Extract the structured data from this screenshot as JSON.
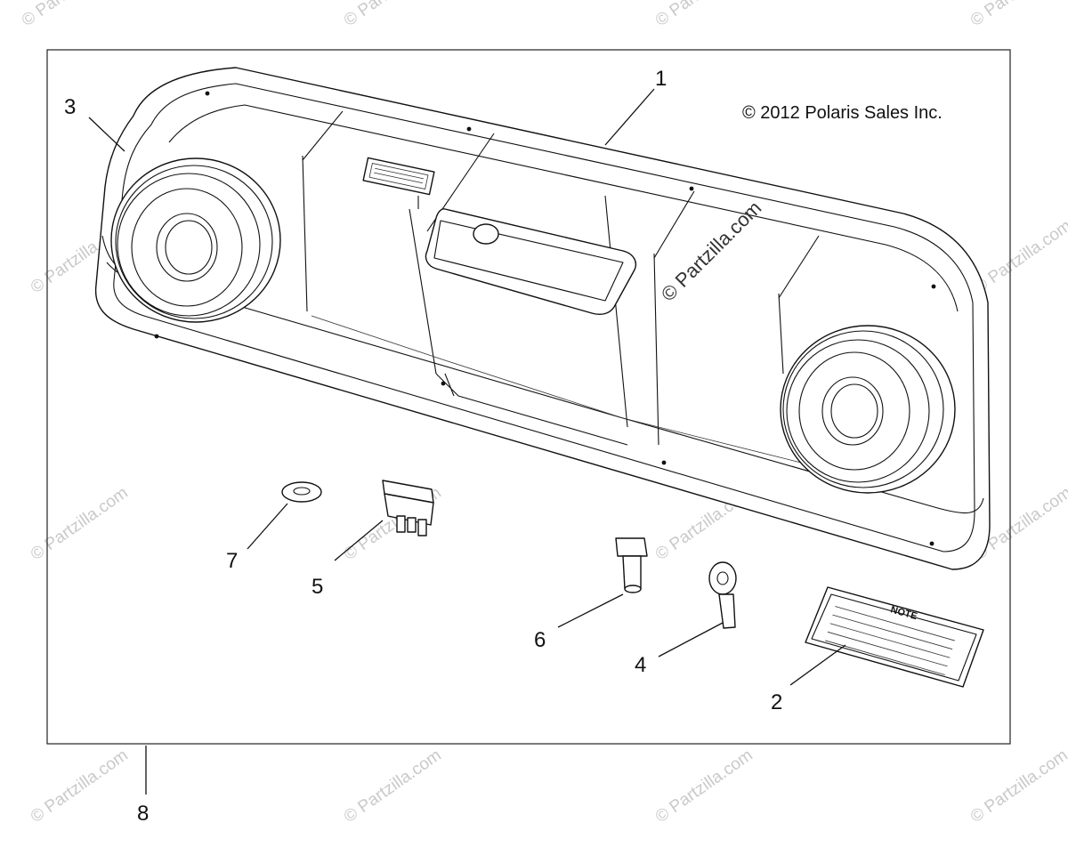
{
  "diagram": {
    "copyright": "© 2012 Polaris Sales Inc.",
    "watermark_text": "© Partzilla.com",
    "center_watermark": "© Partzilla.com",
    "callouts": [
      {
        "id": "1",
        "label": "1"
      },
      {
        "id": "2",
        "label": "2"
      },
      {
        "id": "3",
        "label": "3"
      },
      {
        "id": "4",
        "label": "4"
      },
      {
        "id": "5",
        "label": "5"
      },
      {
        "id": "6",
        "label": "6"
      },
      {
        "id": "7",
        "label": "7"
      },
      {
        "id": "8",
        "label": "8"
      }
    ],
    "note_label": "NOTE"
  }
}
